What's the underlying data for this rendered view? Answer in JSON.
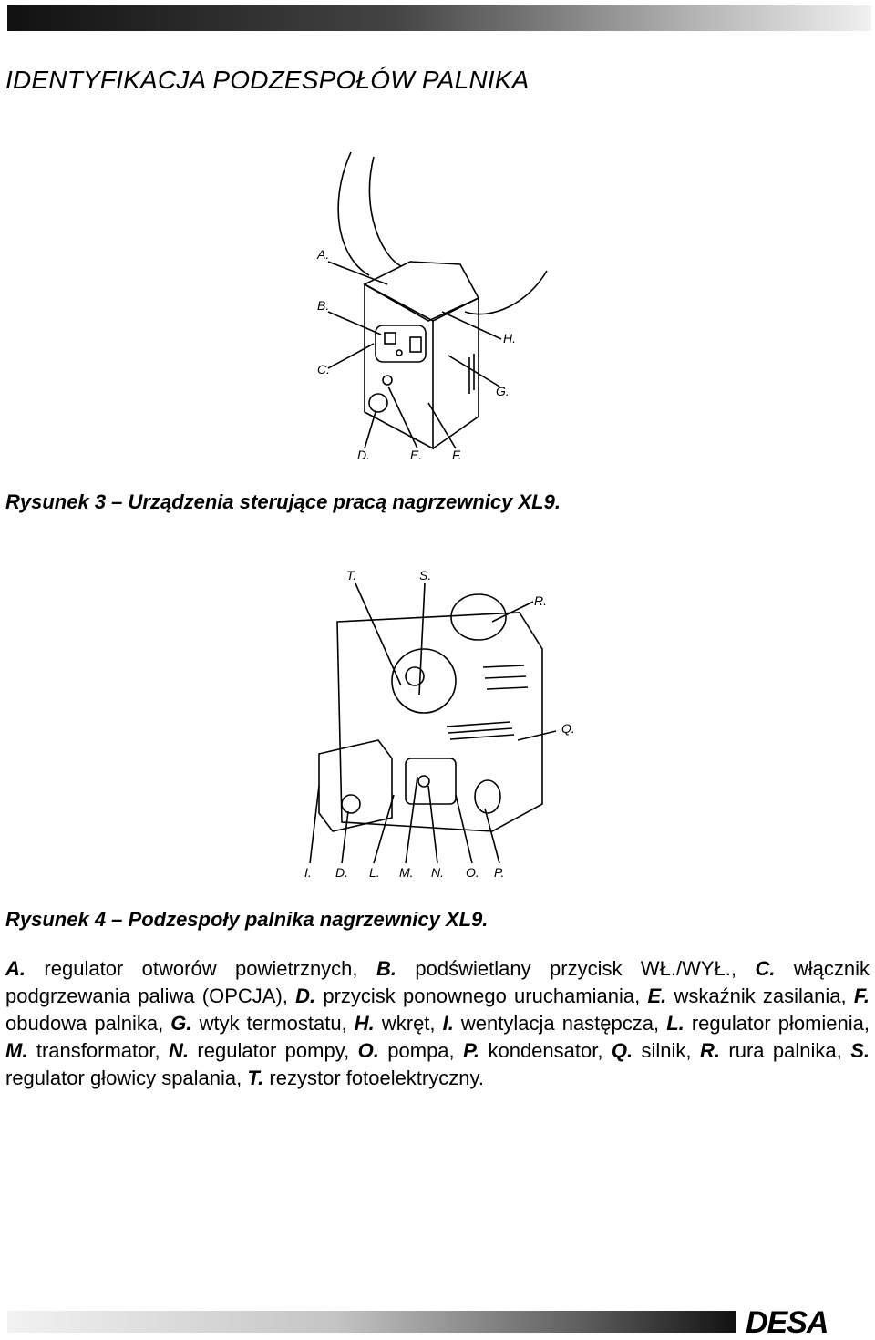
{
  "heading": "IDENTYFIKACJA PODZESPOŁÓW PALNIKA",
  "figure3": {
    "caption": "Rysunek 3 – Urządzenia sterujące pracą nagrzewnicy XL9.",
    "callouts": [
      "A.",
      "B.",
      "C.",
      "D.",
      "E.",
      "F.",
      "G.",
      "H."
    ]
  },
  "figure4": {
    "caption": "Rysunek 4 – Podzespoły palnika nagrzewnicy XL9.",
    "callouts": [
      "T.",
      "S.",
      "R.",
      "Q.",
      "I.",
      "D.",
      "L.",
      "M.",
      "N.",
      "O.",
      "P."
    ]
  },
  "legend": [
    {
      "key": "A.",
      "text": " regulator otworów powietrznych, "
    },
    {
      "key": "B.",
      "text": " podświetlany przycisk WŁ./WYŁ., "
    },
    {
      "key": "C.",
      "text": " włącznik podgrzewania paliwa (OPCJA), "
    },
    {
      "key": "D.",
      "text": " przycisk ponownego uruchamiania, "
    },
    {
      "key": "E.",
      "text": " wskaźnik zasilania, "
    },
    {
      "key": "F.",
      "text": " obudowa palnika, "
    },
    {
      "key": "G.",
      "text": " wtyk termostatu, "
    },
    {
      "key": "H.",
      "text": " wkręt, "
    },
    {
      "key": "I.",
      "text": " wentylacja następcza, "
    },
    {
      "key": "L.",
      "text": " regulator płomienia, "
    },
    {
      "key": "M.",
      "text": " transformator, "
    },
    {
      "key": "N.",
      "text": " regulator pompy, "
    },
    {
      "key": "O.",
      "text": " pompa, "
    },
    {
      "key": "P.",
      "text": " kondensator, "
    },
    {
      "key": "Q.",
      "text": " silnik, "
    },
    {
      "key": "R.",
      "text": " rura palnika, "
    },
    {
      "key": "S.",
      "text": " regulator głowicy spalania, "
    },
    {
      "key": "T.",
      "text": " rezystor fotoelektryczny."
    }
  ],
  "logo_text": "DESA"
}
